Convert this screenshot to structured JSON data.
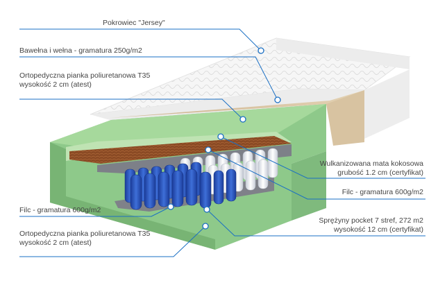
{
  "accent_color": "#1a6fc4",
  "labels": {
    "cover": "Pokrowiec \"Jersey\"",
    "cotton_wool": "Bawełna i wełna - gramatura 250g/m2",
    "foam_top": [
      "Ortopedyczna pianka poliuretanowa T35",
      "wysokość 2 cm (atest)"
    ],
    "coconut": [
      "Wulkanizowana mata kokosowa",
      "grubość 1.2 cm (certyfikat)"
    ],
    "felt_right": "Filc - gramatura 600g/m2",
    "springs": [
      "Sprężyny pocket 7 stref, 272 m2",
      "wysokość 12 cm (certyfikat)"
    ],
    "felt_left": "Filc - gramatura 600g/m2",
    "foam_bottom": [
      "Ortopedyczna pianka poliuretanowa T35",
      "wysokość 2 cm (atest)"
    ]
  }
}
